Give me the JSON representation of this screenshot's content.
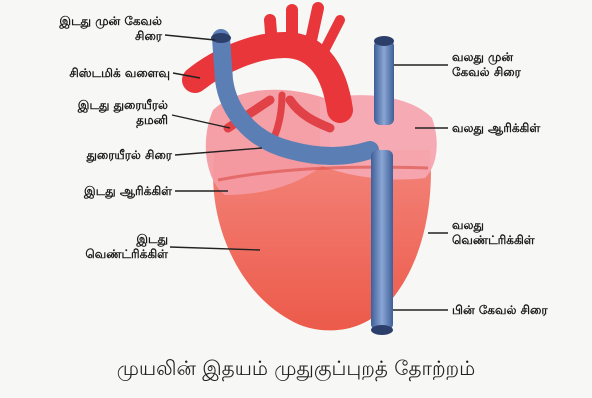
{
  "labels": {
    "left": [
      {
        "lines": [
          "இடது முன் கேவல்",
          "சிரை"
        ]
      },
      {
        "lines": [
          "சிஸ்டமிக் வளைவு"
        ]
      },
      {
        "lines": [
          "இடது துரையீரல்",
          "தமனி"
        ]
      },
      {
        "lines": [
          "துரையீரல் சிரை"
        ]
      },
      {
        "lines": [
          "இடது ஆரிக்கிள்"
        ]
      },
      {
        "lines": [
          "இடது",
          "வெண்ட்ரிக்கிள்"
        ]
      }
    ],
    "right": [
      {
        "lines": [
          "வலது முன்",
          "கேவல் சிரை"
        ]
      },
      {
        "lines": [
          "வலது ஆரிக்கிள்"
        ]
      },
      {
        "lines": [
          "வலது",
          "வெண்ட்ரிக்கிள்"
        ]
      },
      {
        "lines": [
          "பின் கேவல் சிரை"
        ]
      }
    ]
  },
  "caption": "முயலின் இதயம் முதுகுப்புறத் தோற்றம்",
  "colors": {
    "artery": "#e8363a",
    "vein": "#5b7fb5",
    "heart": "#ef6a5a",
    "auricle": "#f29aa0"
  }
}
